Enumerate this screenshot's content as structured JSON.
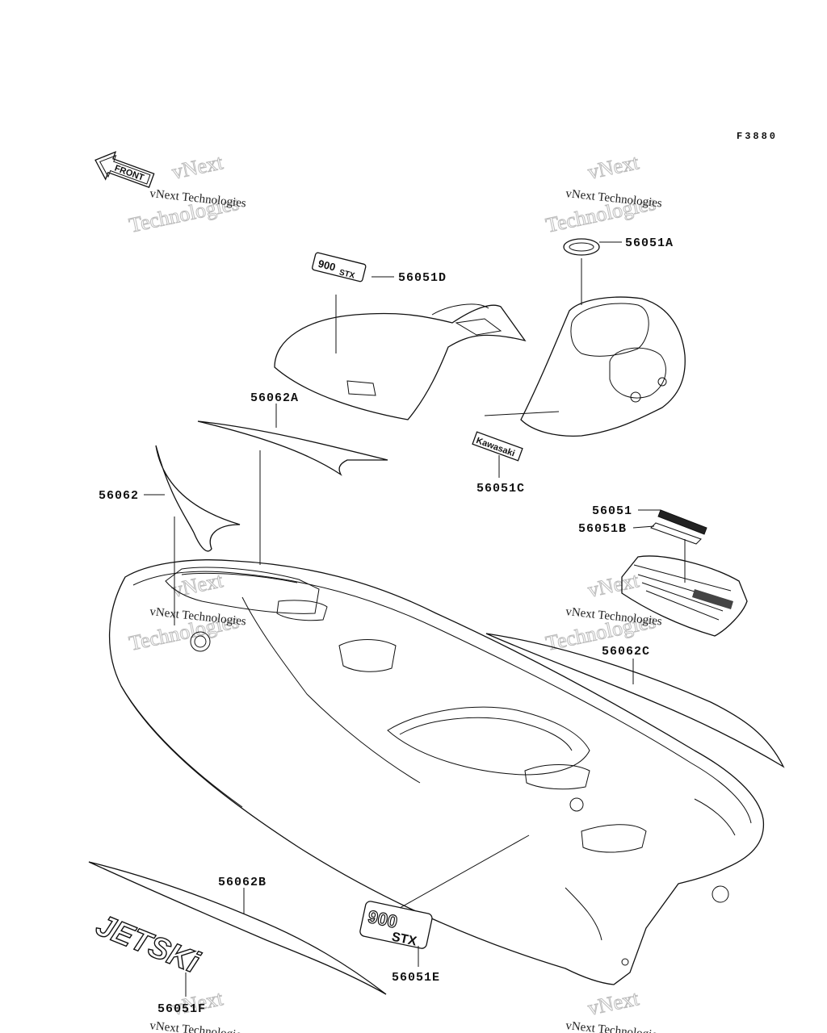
{
  "figure_code": "F3880",
  "front_arrow": {
    "label": "FRONT",
    "icon": "front-arrow-icon"
  },
  "watermark": {
    "line_small": "vNext Technologies",
    "line_big1": "vNext",
    "line_big2": "Technologies"
  },
  "parts": [
    {
      "id": "56051D",
      "label": "56051D"
    },
    {
      "id": "56051A",
      "label": "56051A"
    },
    {
      "id": "56062A",
      "label": "56062A"
    },
    {
      "id": "56062",
      "label": "56062"
    },
    {
      "id": "56051C",
      "label": "56051C"
    },
    {
      "id": "56051",
      "label": "56051"
    },
    {
      "id": "56051B",
      "label": "56051B"
    },
    {
      "id": "56062C",
      "label": "56062C"
    },
    {
      "id": "56062B",
      "label": "56062B"
    },
    {
      "id": "56051E",
      "label": "56051E"
    },
    {
      "id": "56051F",
      "label": "56051F"
    }
  ],
  "decals": {
    "brand_small": "Kawasaki",
    "model_number": "900",
    "model_suffix": "STX",
    "jetski": "JETSKi"
  }
}
